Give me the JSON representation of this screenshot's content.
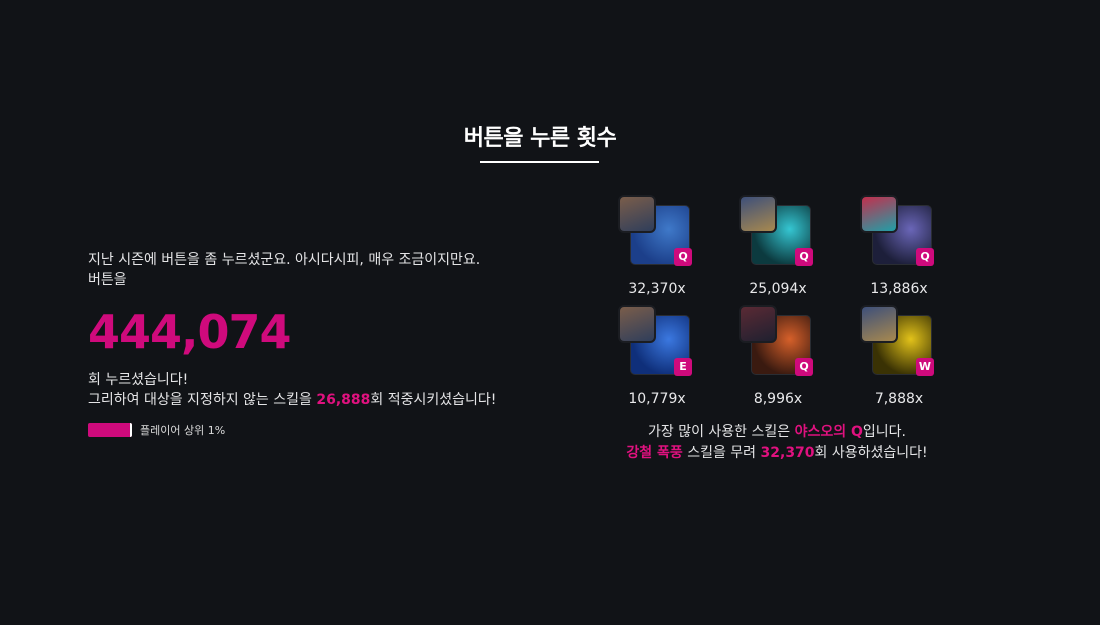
{
  "title": "버튼을 누른 횟수",
  "left": {
    "intro_line1": "지난 시즌에 버튼을 좀 누르셨군요. 아시다시피, 매우 조금이지만요.",
    "intro_line2": "버튼을",
    "total_presses": "444,074",
    "after_line1": "회 누르셨습니다!",
    "after_line2_prefix": "그리하여 대상을 지정하지 않는 스킬을 ",
    "untargeted_hits": "26,888",
    "after_line2_suffix": "회 적중시키셨습니다!",
    "rank_label": "플레이어 상위 1%",
    "rank_percentile": 99
  },
  "skills": [
    {
      "key": "Q",
      "count": "32,370x",
      "skill_colors": [
        "#1c3f8a",
        "#3f79c9"
      ],
      "champ_colors": [
        "#7a5d4a",
        "#2f3e5b"
      ]
    },
    {
      "key": "Q",
      "count": "25,094x",
      "skill_colors": [
        "#0c3a3f",
        "#35c6d2"
      ],
      "champ_colors": [
        "#3d4f7a",
        "#a8894f"
      ]
    },
    {
      "key": "Q",
      "count": "13,886x",
      "skill_colors": [
        "#1d1f3a",
        "#6a66b8"
      ],
      "champ_colors": [
        "#c32f4d",
        "#20a0a8"
      ]
    },
    {
      "key": "E",
      "count": "10,779x",
      "skill_colors": [
        "#0f2f7a",
        "#3b78e0"
      ],
      "champ_colors": [
        "#7a5d4a",
        "#2f3e5b"
      ]
    },
    {
      "key": "Q",
      "count": "8,996x",
      "skill_colors": [
        "#3a1a10",
        "#d6602a"
      ],
      "champ_colors": [
        "#5a2a34",
        "#1f2030"
      ]
    },
    {
      "key": "W",
      "count": "7,888x",
      "skill_colors": [
        "#3a3204",
        "#e2c21a"
      ],
      "champ_colors": [
        "#3d4f7a",
        "#a8894f"
      ]
    }
  ],
  "summary": {
    "line1_prefix": "가장 많이 사용한 스킬은 ",
    "top_skill": "야스오의 Q",
    "line1_suffix": "입니다.",
    "skill_name": "강철 폭풍",
    "line2_middle": " 스킬을 무려 ",
    "skill_count": "32,370",
    "line2_suffix": "회 사용하셨습니다!"
  },
  "colors": {
    "accent": "#cf0a7c",
    "background": "#111317"
  }
}
